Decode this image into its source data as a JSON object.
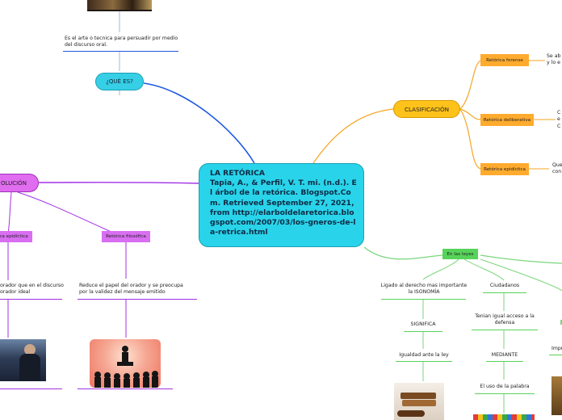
{
  "main_topic": {
    "title": "LA RETÓRICA",
    "citation": "Tapia, A., & Perfil, V. T. mi. (n.d.). El árbol de la retórica. Blogspot.Com. Retrieved September 27, 2021, from http://elarboldelaretorica.blogspot.com/2007/03/los-gneros-de-la-retrica.html"
  },
  "que_es": {
    "label": "¿QUÉ ES?",
    "definition": "Es el arte o tecnica para persuadir por medio del discurso oral."
  },
  "clasificacion": {
    "label": "CLASIFICACIÓN",
    "items": [
      {
        "label": "Retórica forense",
        "note_l1": "Se ab",
        "note_l2": "y lo e"
      },
      {
        "label": "Retórica deliberativa",
        "note_l1": "C",
        "note_l2": "e",
        "note_l3": "C"
      },
      {
        "label": "Retórica epidíctica",
        "note_l1": "Que",
        "note_l2": "con"
      }
    ]
  },
  "evolucion": {
    "label": "OLUCIÓN",
    "branches": [
      {
        "label": "ca epidíctica",
        "text_l1": "orador que en el discurso",
        "text_l2": "orador ideal"
      },
      {
        "label": "Retórica filosófica",
        "text_l1": "Reduce el papel del orador y se preocupa",
        "text_l2": "por la validez del mensaje emitido"
      }
    ]
  },
  "leyes": {
    "label": "En las leyes",
    "col1": {
      "text_l1": "Ligado al derecho mas importante",
      "text_l2": "la ISONOMÍA",
      "step1": "SIGNIFICA",
      "step2": "Igualdad ante la ley"
    },
    "col2": {
      "label": "Ciudadanos",
      "text_l1": "Tenian igual acceso a la",
      "text_l2": "defensa",
      "step1": "MEDIANTE",
      "step2": "El uso de la palabra"
    },
    "col3": {
      "text": "Impr"
    }
  },
  "colors": {
    "main_fill": "#29d4ea",
    "que_es_fill": "#36cfe6",
    "clasificacion_fill": "#ffc21a",
    "tag_orange": "#ffab2e",
    "evolucion_fill": "#e06cf0",
    "tag_purple": "#d96ef2",
    "tag_green": "#57d35a",
    "line_orange": "#f5a623",
    "line_blue": "#1e5be0",
    "line_purple": "#a231e6",
    "line_green": "#7ad67c"
  }
}
